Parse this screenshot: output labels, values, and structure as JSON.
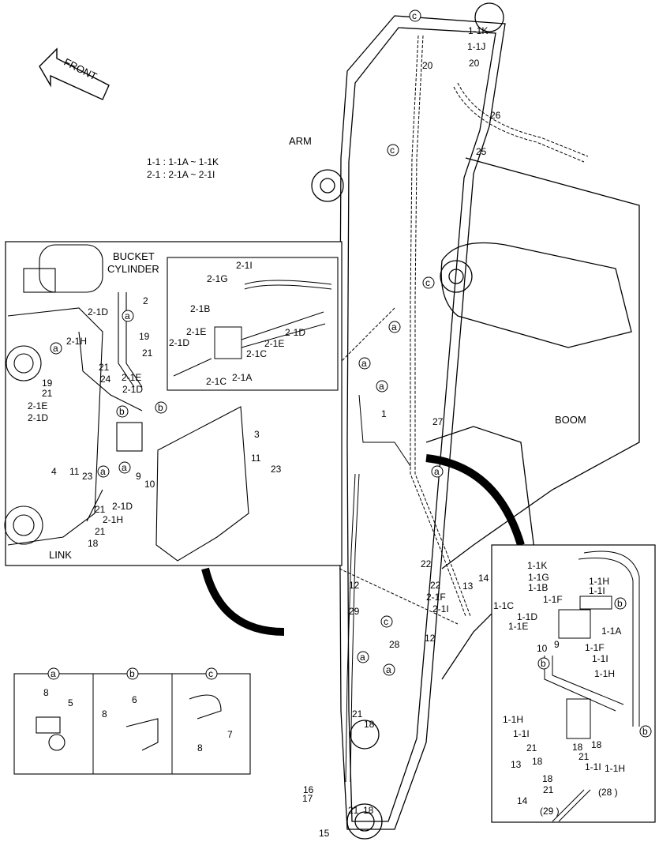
{
  "labels": {
    "front": "FRONT",
    "arm": "ARM",
    "boom": "BOOM",
    "bucket_cylinder_1": "BUCKET",
    "bucket_cylinder_2": "CYLINDER",
    "link": "LINK",
    "legend_line1": "1-1 : 1-1A ~ 1-1K",
    "legend_line2": "2-1 : 2-1A ~ 2-1I"
  },
  "part_numbers": {
    "p1": "1",
    "p2": "2",
    "p3": "3",
    "p4": "4",
    "p5": "5",
    "p6": "6",
    "p7": "7",
    "p8": "8",
    "p9": "9",
    "p10": "10",
    "p11": "11",
    "p12": "12",
    "p13": "13",
    "p14": "14",
    "p15": "15",
    "p16": "16",
    "p17": "17",
    "p18": "18",
    "p19": "19",
    "p20": "20",
    "p21": "21",
    "p22": "22",
    "p23": "23",
    "p24": "24",
    "p25": "25",
    "p26": "26",
    "p27": "27",
    "p28": "28",
    "p29": "29",
    "p28_paren": "(28 )",
    "p29_paren": "(29 )",
    "s1A": "1-1A",
    "s1B": "1-1B",
    "s1C": "1-1C",
    "s1D": "1-1D",
    "s1E": "1-1E",
    "s1F": "1-1F",
    "s1G": "1-1G",
    "s1H": "1-1H",
    "s1I": "1-1I",
    "s1J": "1-1J",
    "s1K": "1-1K",
    "s2A": "2-1A",
    "s2B": "2-1B",
    "s2C": "2-1C",
    "s2D": "2-1D",
    "s2E": "2-1E",
    "s2F": "2-1F",
    "s2G": "2-1G",
    "s2H": "2-1H",
    "s2I": "2-1I"
  },
  "callouts": {
    "a": "a",
    "b": "b",
    "c": "c"
  }
}
